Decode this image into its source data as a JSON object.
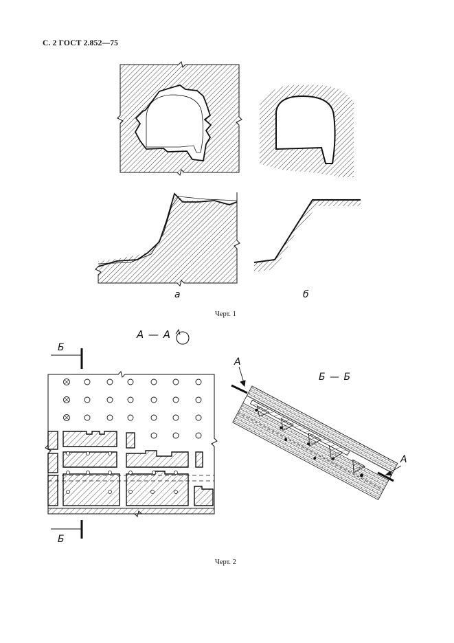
{
  "header": {
    "text": "С. 2 ГОСТ 2.852—75"
  },
  "figure1": {
    "label_a": "а",
    "label_b": "б",
    "caption": "Черт.  1"
  },
  "figure2": {
    "section_aa": "А — А",
    "section_bb": "Б — Б",
    "mark_b_top": "Б",
    "mark_b_bottom": "Б",
    "mark_a_left": "А",
    "mark_a_right": "А",
    "caption": "Черт.  2"
  },
  "colors": {
    "ink": "#111111",
    "paper": "#ffffff"
  }
}
